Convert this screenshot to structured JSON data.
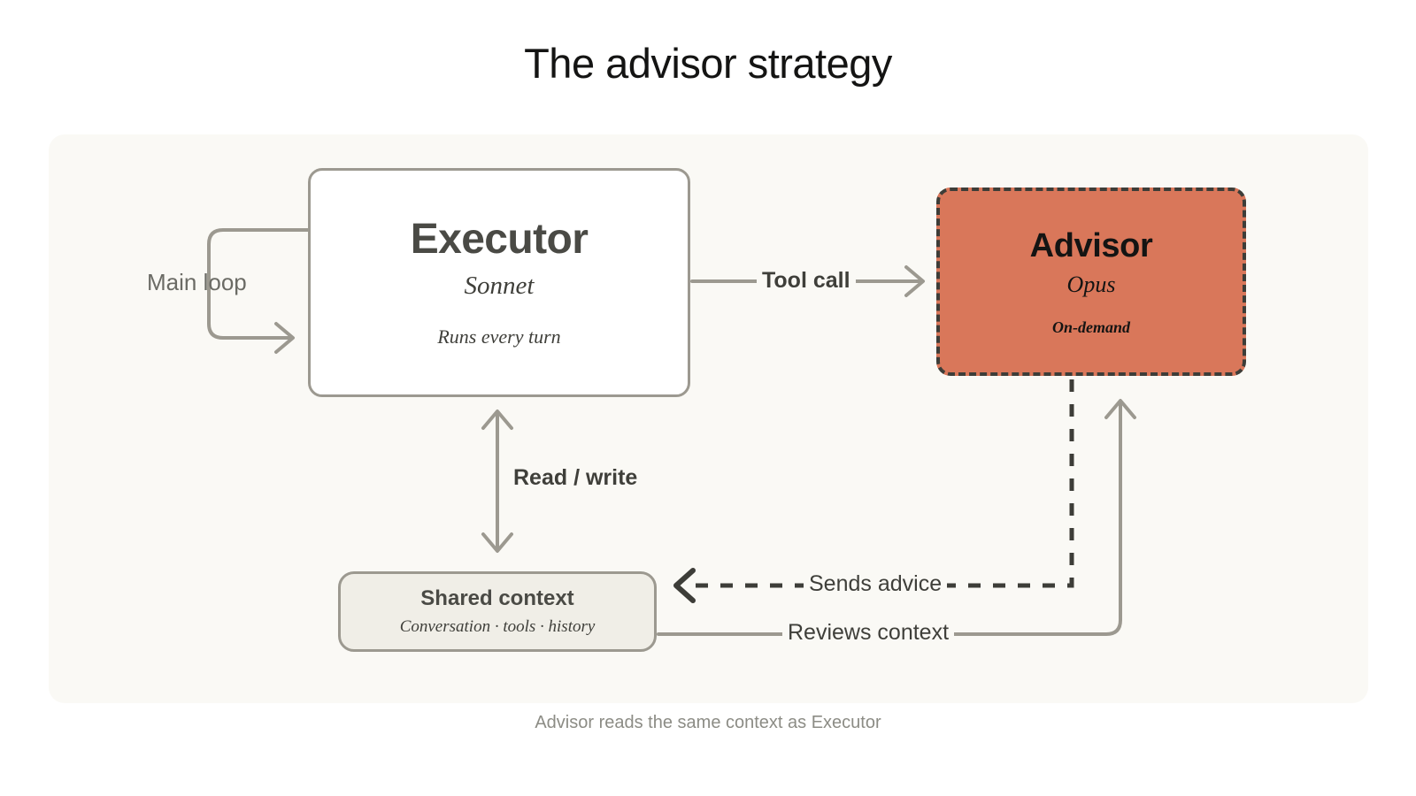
{
  "title": "The advisor strategy",
  "caption": "Advisor reads the same context as Executor",
  "colors": {
    "page_background": "#FFFFFF",
    "panel_background": "#FAF9F5",
    "accent_orange": "#D9775A",
    "line_gray": "#9C9990",
    "text_dark": "#141413",
    "text_muted": "#6B6B65",
    "context_fill": "#F0EEE7",
    "dashed_border": "#3D3D38"
  },
  "nodes": {
    "executor": {
      "title": "Executor",
      "subtitle": "Sonnet",
      "meta": "Runs every turn"
    },
    "advisor": {
      "title": "Advisor",
      "subtitle": "Opus",
      "meta": "On-demand"
    },
    "shared_context": {
      "title": "Shared context",
      "subtitle": "Conversation · tools · history"
    }
  },
  "edges": {
    "main_loop": "Main loop",
    "tool_call": "Tool call",
    "read_write": "Read / write",
    "sends_advice": "Sends advice",
    "reviews_context": "Reviews context"
  }
}
